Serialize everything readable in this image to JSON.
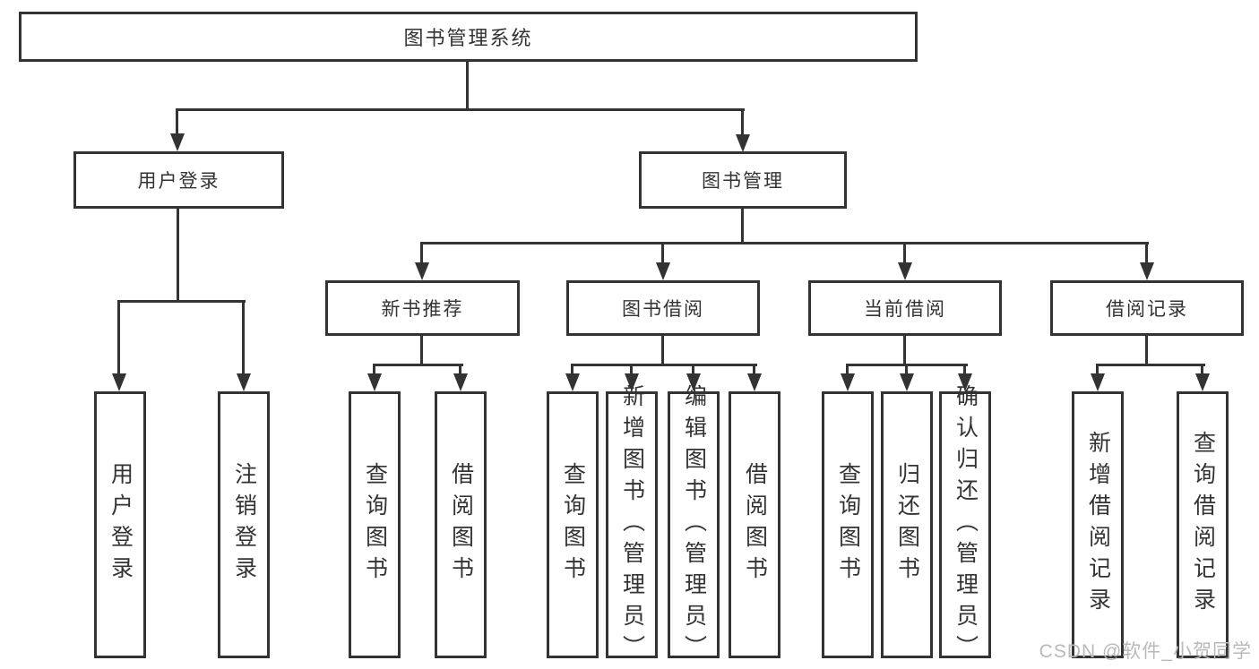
{
  "colors": {
    "line": "#333333",
    "text": "#333333",
    "watermark_gray": "#b9b9b9",
    "background": "#ffffff"
  },
  "watermark": {
    "text": "CSDN @软件_小贺同学"
  },
  "tree": {
    "root": {
      "label": "图书管理系统"
    },
    "branches": [
      {
        "label": "用户登录",
        "children": [
          {
            "label": "用户登录"
          },
          {
            "label": "注销登录"
          }
        ]
      },
      {
        "label": "图书管理",
        "children": [
          {
            "label": "新书推荐",
            "children": [
              {
                "label": "查询图书"
              },
              {
                "label": "借阅图书"
              }
            ]
          },
          {
            "label": "图书借阅",
            "children": [
              {
                "label": "查询图书"
              },
              {
                "label": "新增图书（管理员）"
              },
              {
                "label": "编辑图书（管理员）"
              },
              {
                "label": "借阅图书"
              }
            ]
          },
          {
            "label": "当前借阅",
            "children": [
              {
                "label": "查询图书"
              },
              {
                "label": "归还图书"
              },
              {
                "label": "确认归还（管理员）"
              }
            ]
          },
          {
            "label": "借阅记录",
            "children": [
              {
                "label": "新增借阅记录"
              },
              {
                "label": "查询借阅记录"
              }
            ]
          }
        ]
      }
    ]
  }
}
